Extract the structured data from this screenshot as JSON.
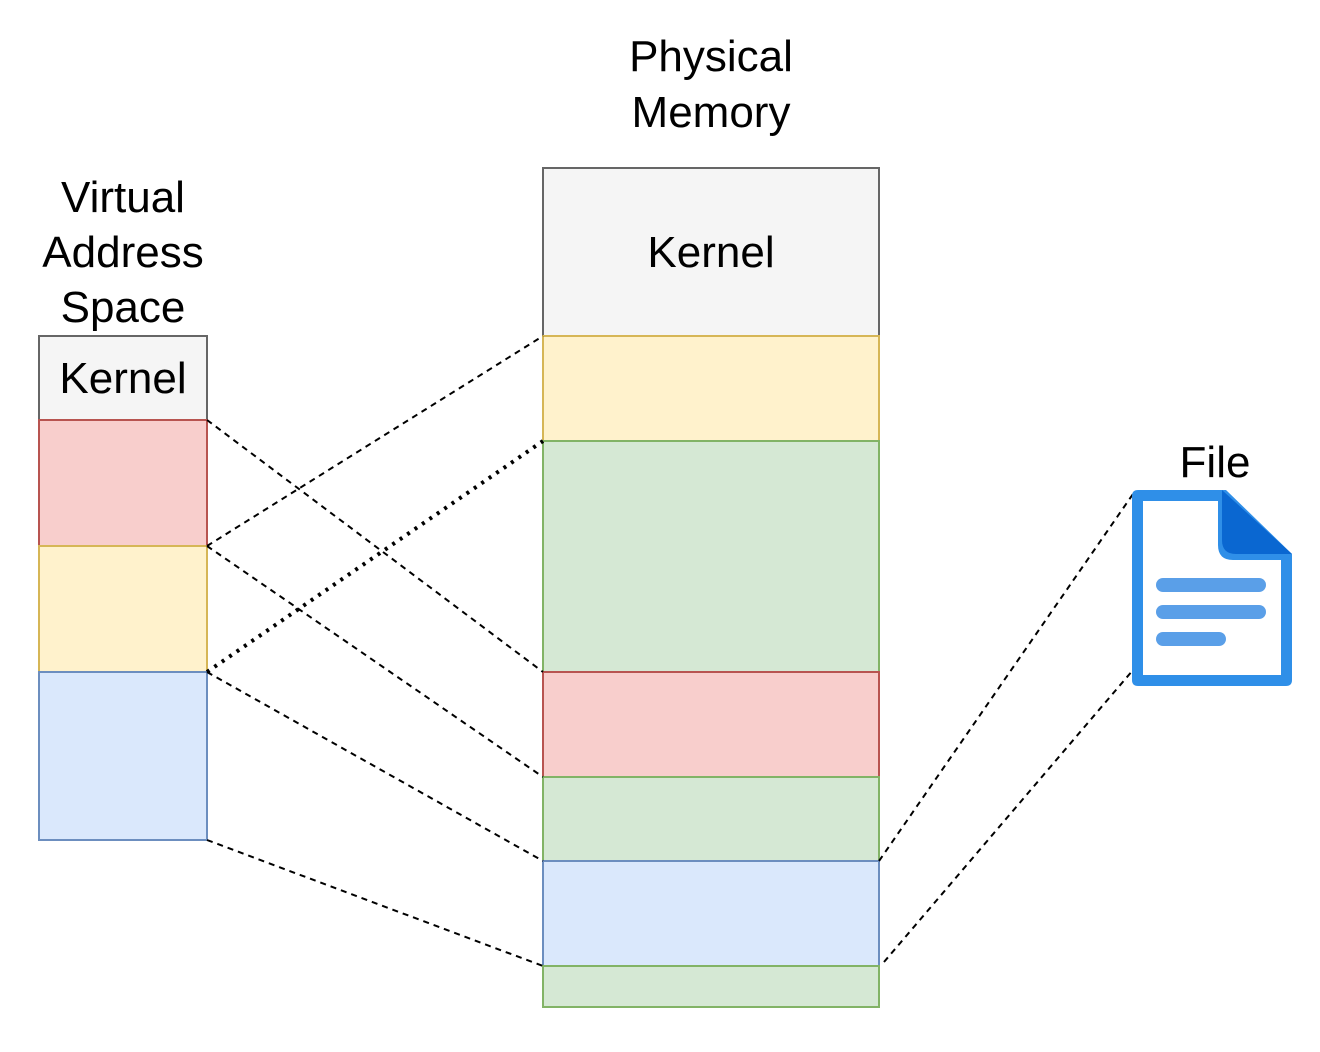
{
  "virtual_address_space": {
    "title_lines": [
      "Virtual",
      "Address",
      "Space"
    ],
    "kernel_label": "Kernel"
  },
  "physical_memory": {
    "title_lines": [
      "Physical",
      "Memory"
    ],
    "kernel_label": "Kernel"
  },
  "file": {
    "label": "File",
    "icon": "document-file-icon"
  },
  "colors": {
    "kernel_fill": "#f5f5f5",
    "kernel_stroke": "#666666",
    "red_fill": "#f8cecc",
    "red_stroke": "#b85450",
    "yellow_fill": "#fff2cc",
    "yellow_stroke": "#d6b656",
    "blue_fill": "#dae8fc",
    "blue_stroke": "#6c8ebf",
    "green_fill": "#d5e8d4",
    "green_stroke": "#82b366",
    "file_icon_blue": "#2f8fe8",
    "file_icon_dark": "#0a67d1",
    "file_icon_light": "#7fb8f0"
  }
}
